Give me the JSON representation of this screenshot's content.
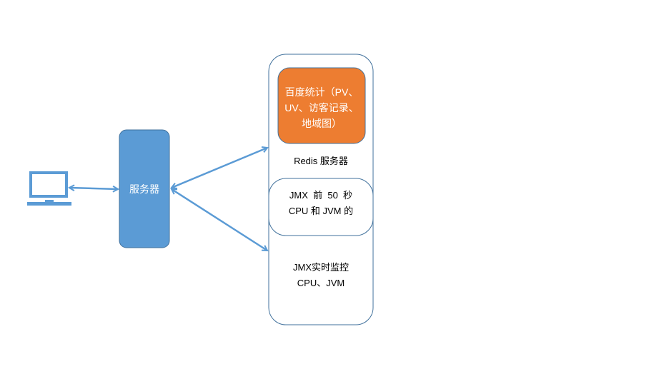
{
  "colors": {
    "server_fill": "#5b9bd5",
    "server_border": "#41719c",
    "orange_fill": "#ed7d31",
    "line": "#5b9bd5",
    "box_border": "#41719c"
  },
  "nodes": {
    "client": {
      "icon": "laptop-icon"
    },
    "server": {
      "label": "服务器"
    },
    "redis": {
      "label": "Redis 服务器",
      "baidu": {
        "lines": [
          "百度统计（PV、",
          "UV、访客记录、",
          "地域图）"
        ]
      }
    },
    "jmx_history": {
      "lines": [
        "JMX  前  50  秒",
        "CPU 和 JVM 的"
      ]
    },
    "jmx_realtime": {
      "lines": [
        "JMX实时监控",
        "CPU、JVM"
      ]
    }
  }
}
